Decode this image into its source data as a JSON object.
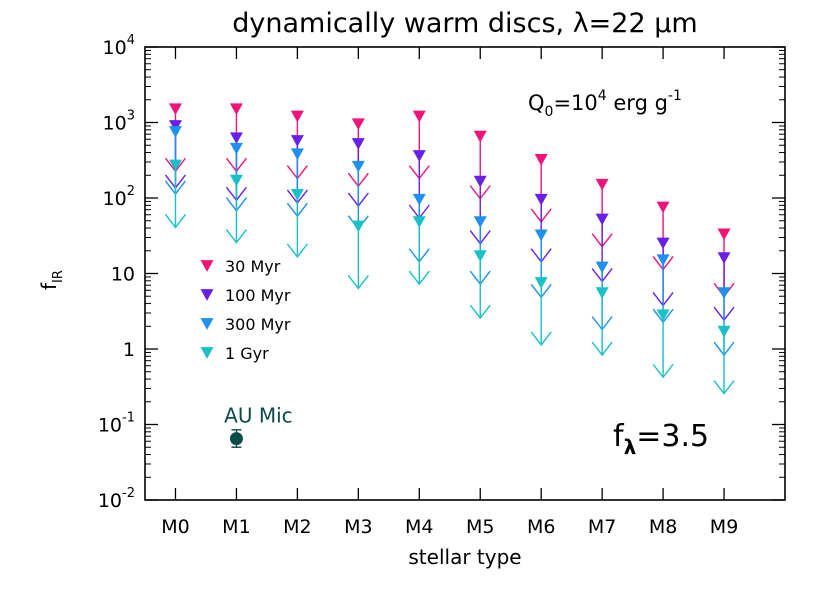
{
  "chart_data": {
    "type": "scatter",
    "title": "dynamically warm discs, λ=22 μm",
    "xlabel": "stellar type",
    "ylabel": "f",
    "ylabel_sub": "IR",
    "yscale": "log",
    "ylim": [
      0.01,
      10000
    ],
    "categories": [
      "M0",
      "M1",
      "M2",
      "M3",
      "M4",
      "M5",
      "M6",
      "M7",
      "M8",
      "M9"
    ],
    "yticks": [
      {
        "value": 0.01,
        "base": "10",
        "exp": "-2"
      },
      {
        "value": 0.1,
        "base": "10",
        "exp": "-1"
      },
      {
        "value": 1,
        "base": "1",
        "exp": ""
      },
      {
        "value": 10,
        "base": "10",
        "exp": ""
      },
      {
        "value": 100,
        "base": "10",
        "exp": "2"
      },
      {
        "value": 1000,
        "base": "10",
        "exp": "3"
      },
      {
        "value": 10000,
        "base": "10",
        "exp": "4"
      }
    ],
    "annotation_q0": {
      "main": "Q",
      "sub": "0",
      "eq": "=10",
      "exp1": "4",
      "unit": " erg g",
      "exp2": "-1"
    },
    "annotation_flambda": {
      "main": "f",
      "sub": "λ",
      "rest": "=3.5"
    },
    "marker": "upper-limit",
    "series": [
      {
        "name": "30 Myr",
        "color": "#f0147a",
        "values": [
          1500,
          1500,
          1200,
          950,
          1200,
          650,
          320,
          150,
          75,
          33
        ]
      },
      {
        "name": "100 Myr",
        "color": "#6a1fe6",
        "values": [
          900,
          620,
          570,
          520,
          360,
          165,
          95,
          52,
          25,
          16
        ]
      },
      {
        "name": "300 Myr",
        "color": "#1e90f0",
        "values": [
          750,
          450,
          380,
          260,
          95,
          48,
          32,
          12,
          15,
          5.5
        ]
      },
      {
        "name": "1 Gyr",
        "color": "#18c0c8",
        "values": [
          270,
          170,
          110,
          42,
          48,
          17,
          7.5,
          5.5,
          2.8,
          1.7
        ]
      }
    ],
    "point": {
      "label": "AU Mic",
      "category": "M1",
      "value": 0.065,
      "err_low": 0.05,
      "err_high": 0.085,
      "color": "#0d4a4a"
    }
  }
}
